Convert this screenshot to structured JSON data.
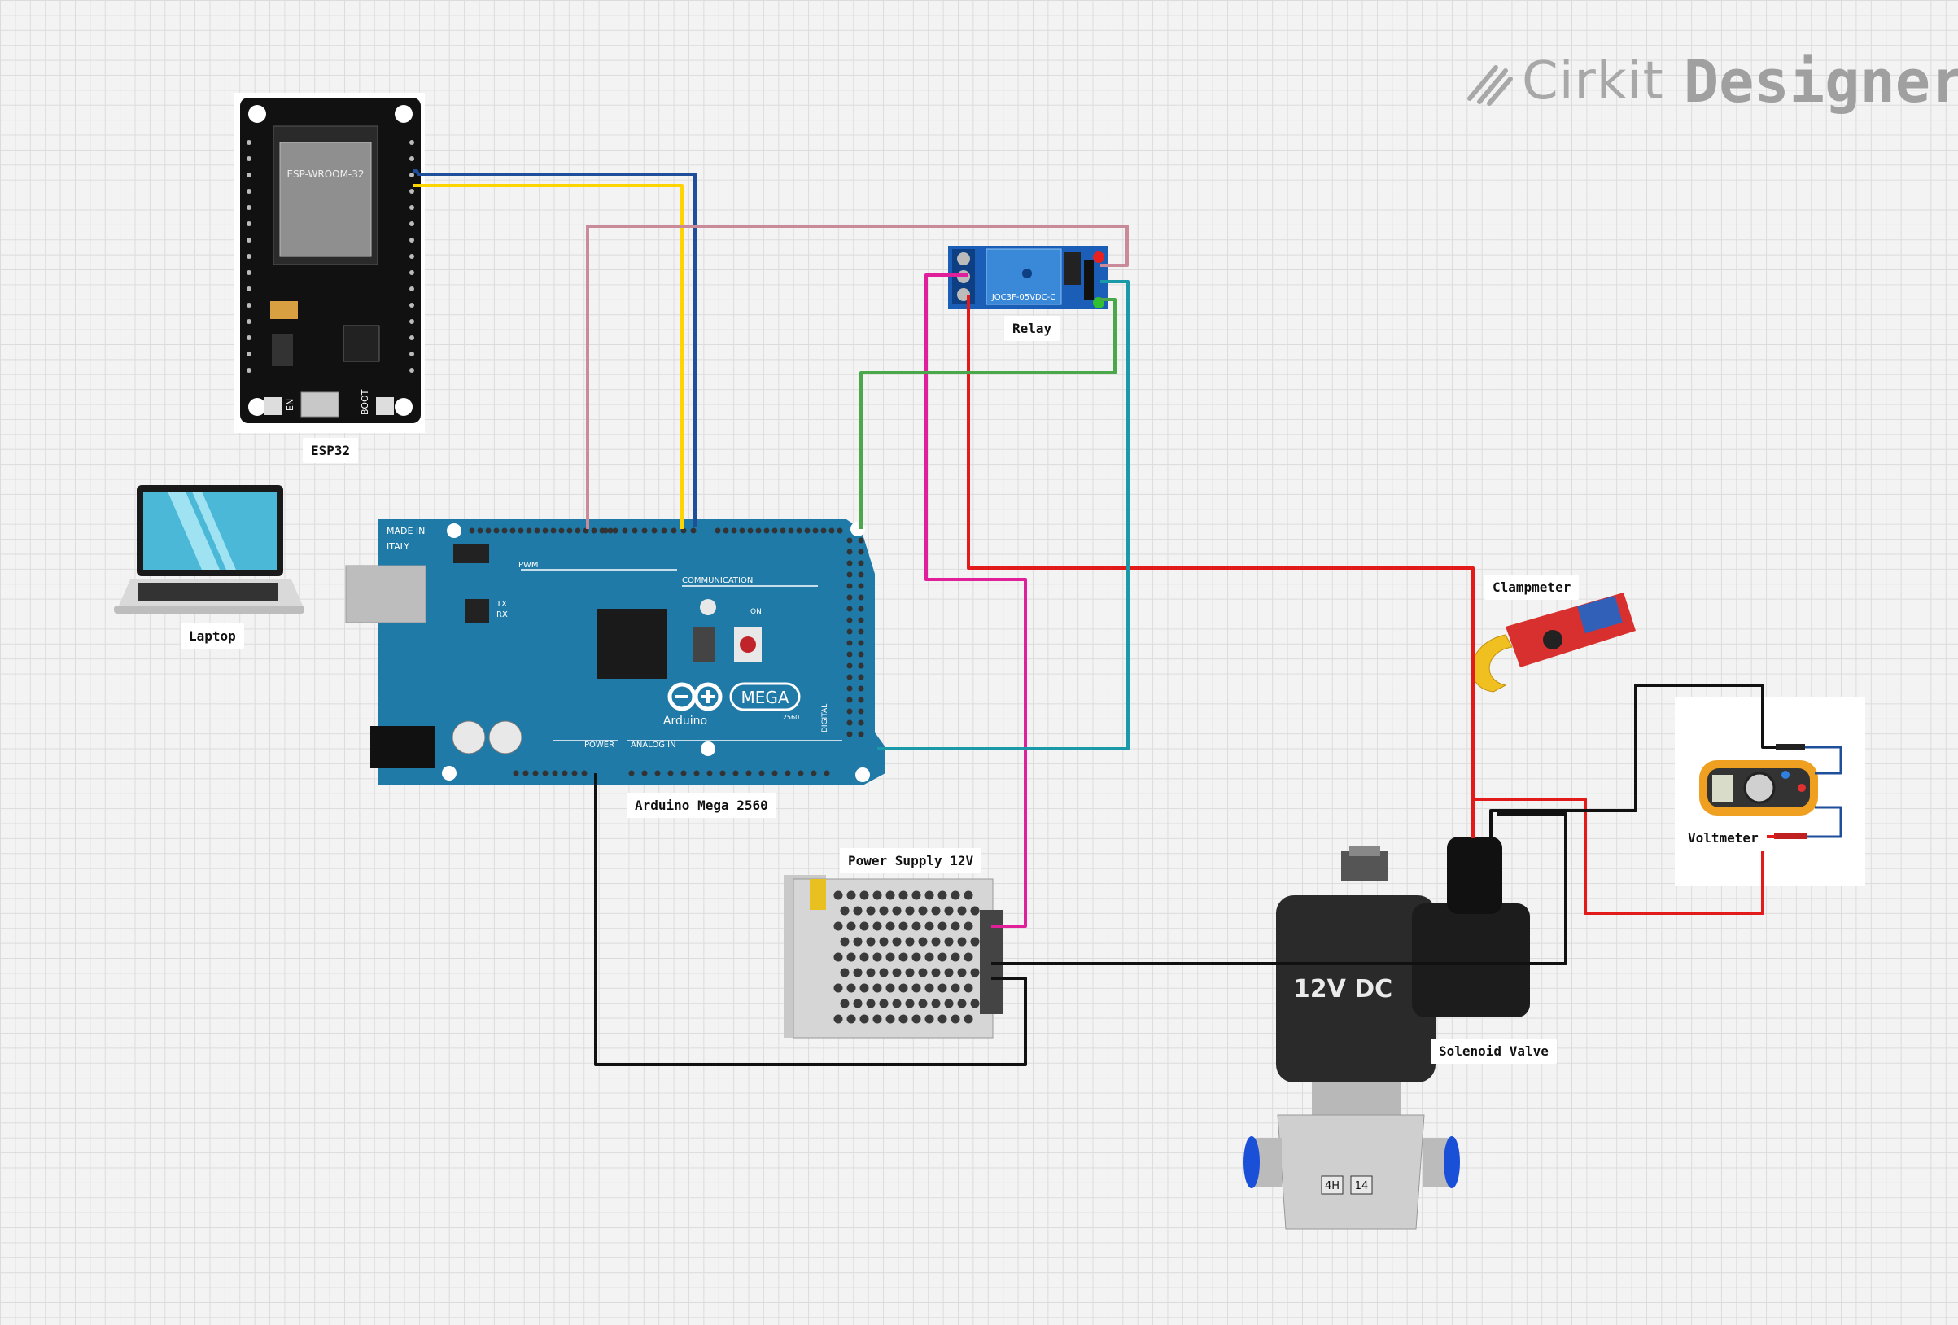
{
  "brand": {
    "name_part1": "Cirkit",
    "name_part2": "Designer"
  },
  "components": {
    "esp32": {
      "label": "ESP32",
      "module_text": "ESP-WROOM-32",
      "button_left": "EN",
      "button_right": "BOOT"
    },
    "laptop": {
      "label": "Laptop"
    },
    "relay": {
      "label": "Relay",
      "body_text": "JQC3F-05VDC-C"
    },
    "arduino": {
      "label": "Arduino Mega 2560",
      "logo_text": "Arduino",
      "model_text": "MEGA",
      "sub_text": "2560",
      "made_in": "MADE IN",
      "country": "ITALY",
      "communication": "COMMUNICATION",
      "pwm": "PWM",
      "power": "POWER",
      "analog_in": "ANALOG IN",
      "digital": "DIGITAL",
      "tx": "TX",
      "rx": "RX",
      "on": "ON"
    },
    "power_supply": {
      "label": "Power Supply 12V"
    },
    "clampmeter": {
      "label": "Clampmeter"
    },
    "voltmeter": {
      "label": "Voltmeter"
    },
    "solenoid": {
      "label": "Solenoid Valve",
      "coil_text": "12V DC",
      "tag_a": "4H",
      "tag_b": "14"
    }
  },
  "wire_colors": {
    "blue": "#1f4e9a",
    "yellow": "#ffd400",
    "pink": "#c98a9a",
    "magenta": "#e0209a",
    "red": "#e21a1a",
    "green": "#4aa84a",
    "teal": "#1a9aa8",
    "black": "#111111"
  }
}
